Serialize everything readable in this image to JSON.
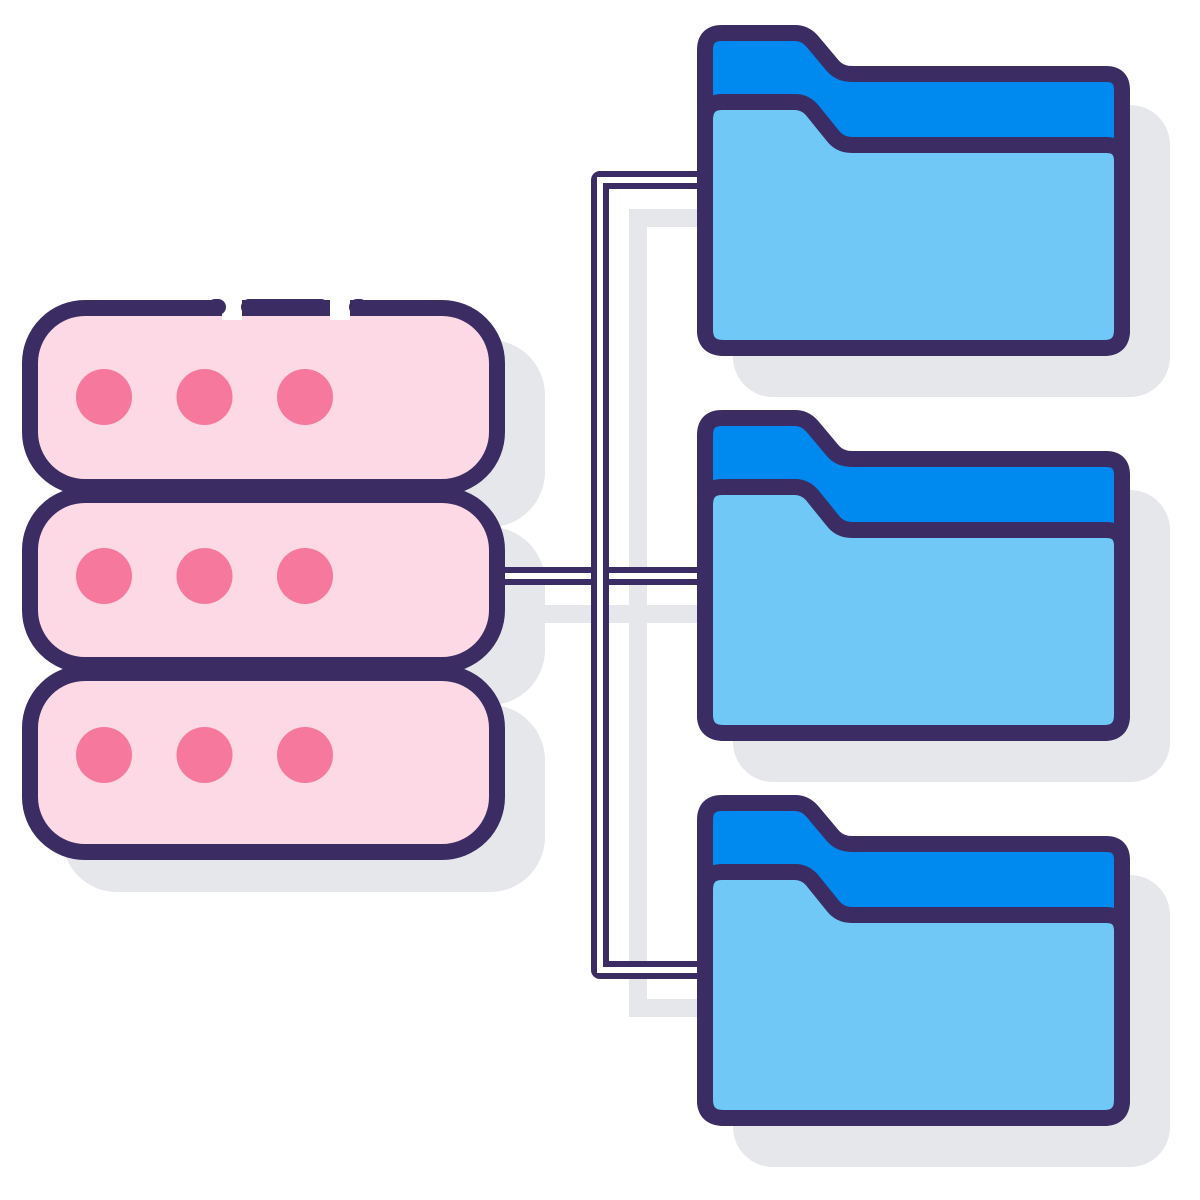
{
  "icon": {
    "subject": "server-to-folders",
    "server_units": 3,
    "dots_per_unit": 3,
    "folders": 3
  },
  "colors": {
    "outline": "#3b2d63",
    "server_fill": "#fdd8e5",
    "server_dot": "#f7789d",
    "folder_back": "#0089ef",
    "folder_front": "#6fc8f6",
    "shadow": "#e6e7ea",
    "background": "#ffffff"
  }
}
